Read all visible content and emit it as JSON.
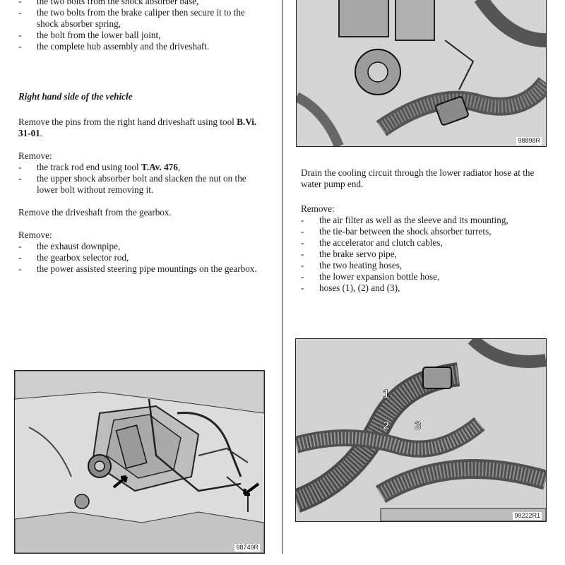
{
  "left": {
    "top_list": [
      "the two bolts from the shock absorber base,",
      "the two bolts from the brake caliper then secure it to the shock absorber spring,",
      "the bolt from the lower ball joint,",
      "the complete hub assembly and the driveshaft."
    ],
    "heading": "Right hand side of the vehicle",
    "pins_text_before": "Remove the pins from the right hand driveshaft using tool ",
    "pins_tool": "B.Vi. 31-01",
    "pins_text_after": ".",
    "remove1_label": "Remove:",
    "remove1_item1_before": "the track rod end using tool ",
    "remove1_item1_tool": "T.Av. 476",
    "remove1_item1_after": ",",
    "remove1_item2": "the upper shock absorber bolt and slacken the nut on the lower bolt without removing it.",
    "driveshaft_text": "Remove the driveshaft from the gearbox.",
    "remove2_label": "Remove:",
    "remove2_items": [
      "the exhaust downpipe,",
      "the gearbox selector rod,",
      "the power assisted steering pipe mountings on the gearbox."
    ],
    "figure_ref": "98749R"
  },
  "right": {
    "top_figure_ref": "98898R",
    "drain_text": "Drain the cooling circuit through the lower radiator hose at the water pump end.",
    "remove_label": "Remove:",
    "remove_items": [
      "the air filter as well as the sleeve and its mounting,",
      "the tie-bar between the shock absorber turrets,",
      "the accelerator and clutch cables,",
      "the brake servo pipe,",
      "the two heating hoses,",
      "the lower expansion bottle hose,",
      "hoses (1), (2) and (3),"
    ],
    "bottom_figure_ref": "99222R1",
    "callouts": [
      "1",
      "2",
      "3"
    ]
  }
}
